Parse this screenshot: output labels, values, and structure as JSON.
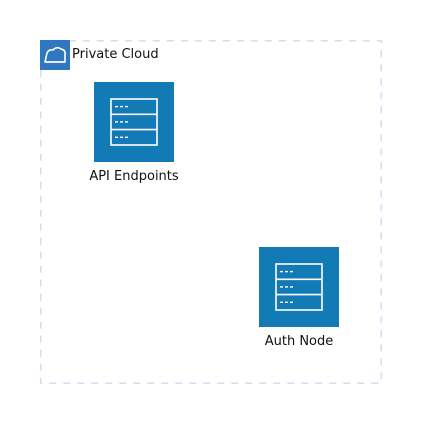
{
  "group": {
    "label": "Private Cloud",
    "icon": "cloud-icon",
    "border_color": "#d2dcf5"
  },
  "nodes": [
    {
      "label": "API Endpoints",
      "icon": "server-rack-icon",
      "color": "#127ab5"
    },
    {
      "label": "Auth Node",
      "icon": "server-rack-icon",
      "color": "#127ab5"
    }
  ]
}
